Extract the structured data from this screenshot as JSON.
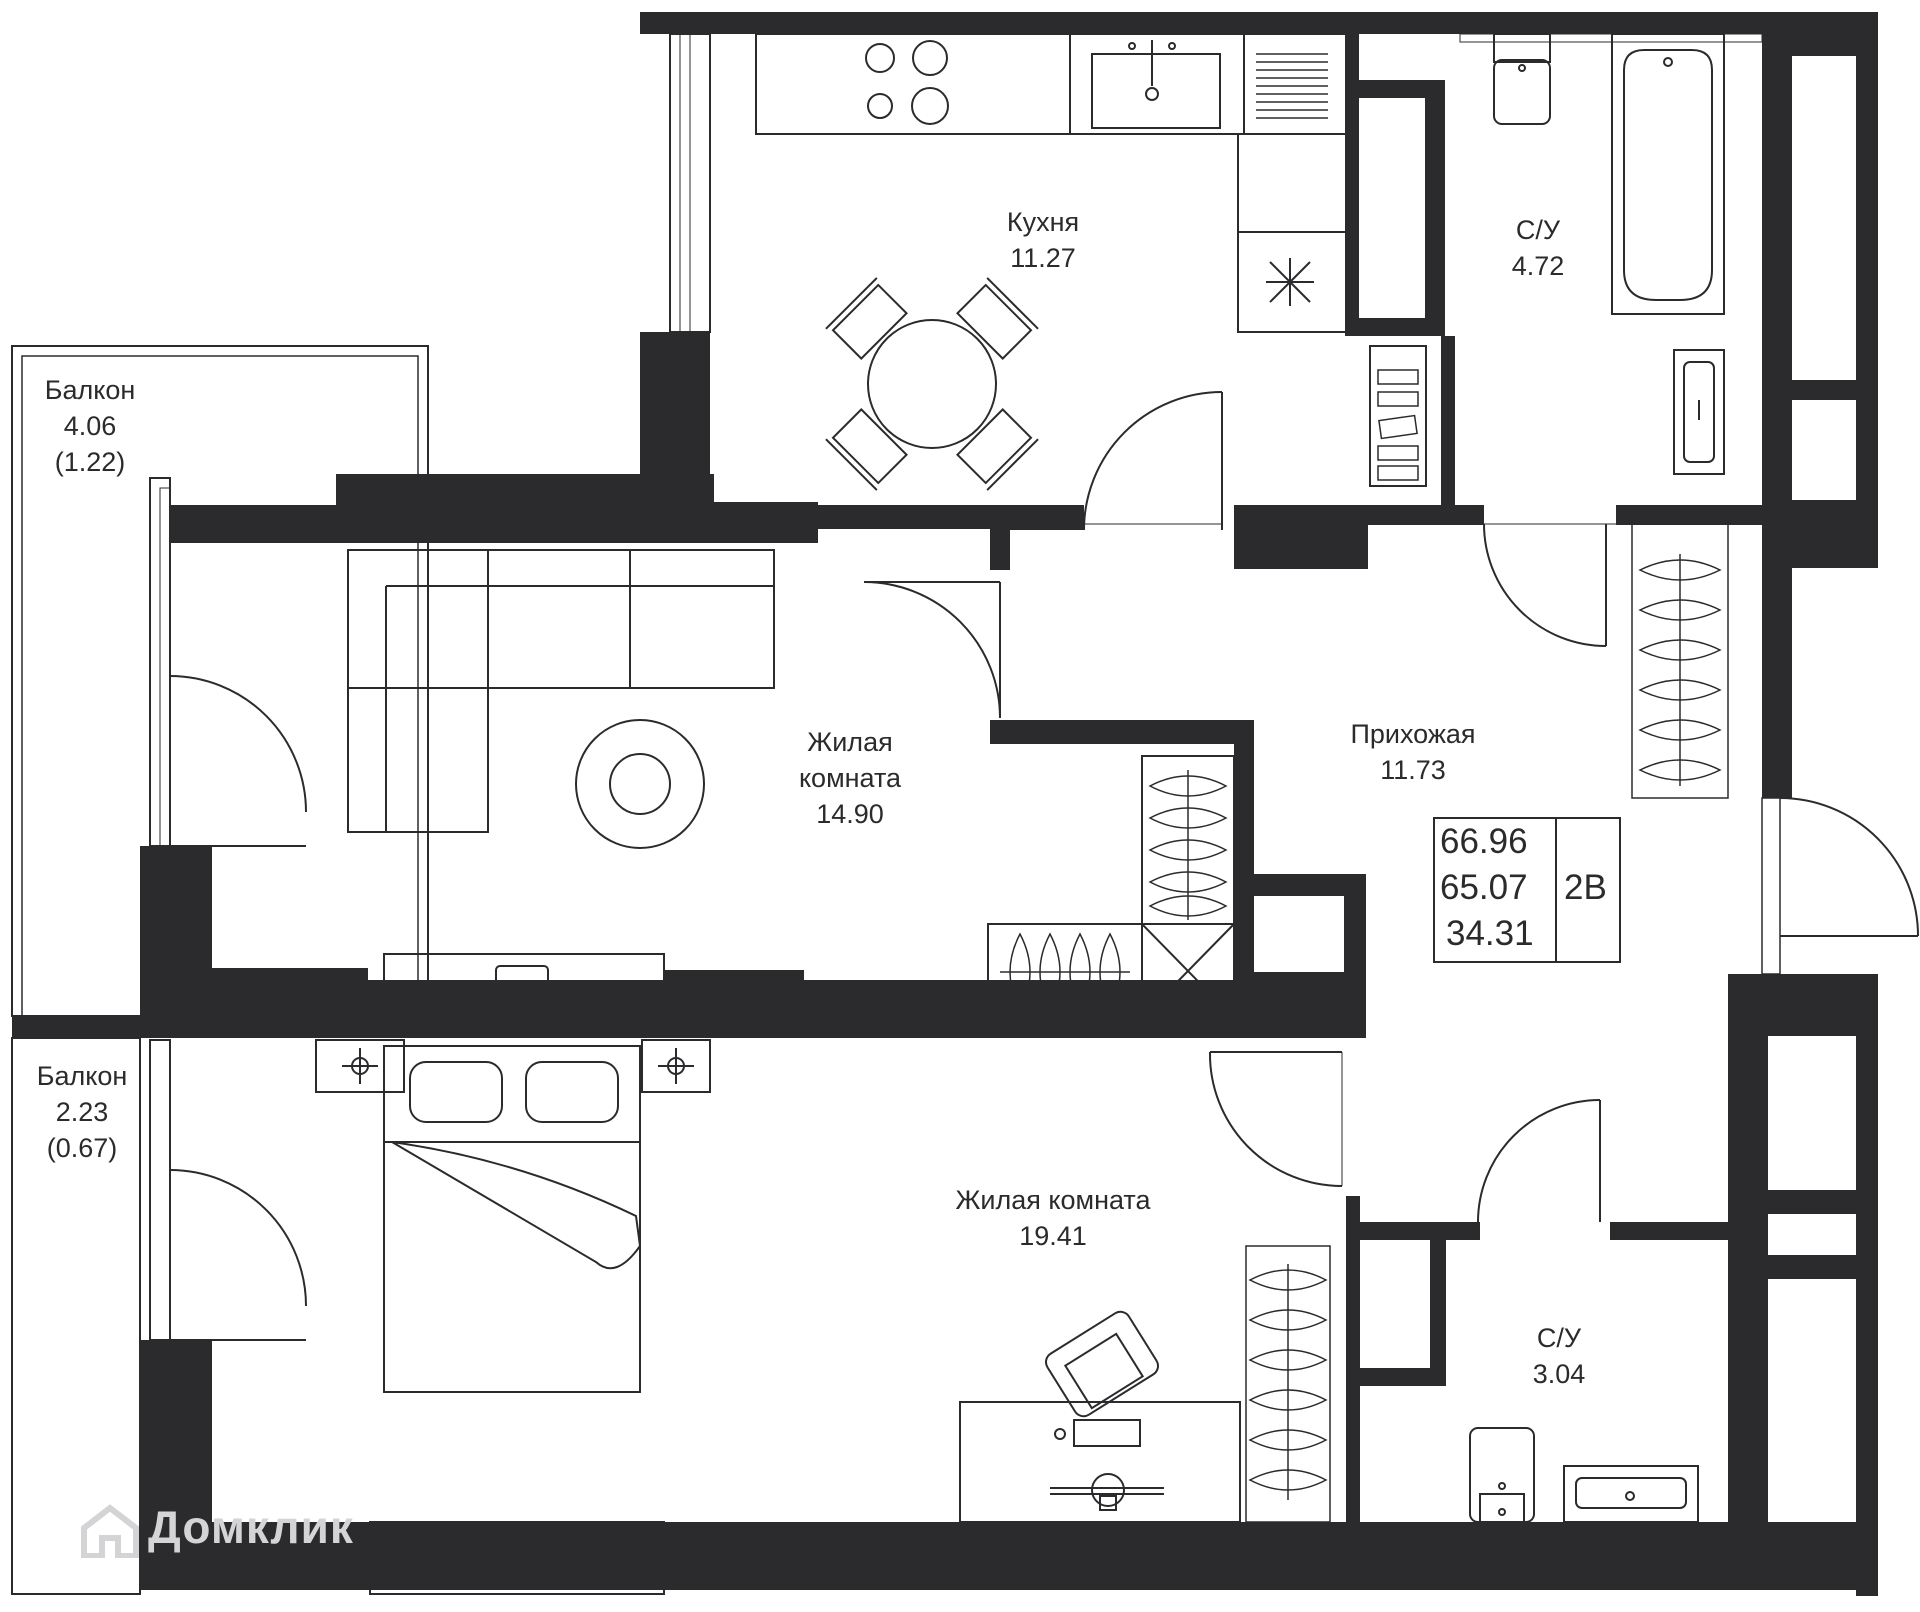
{
  "colors": {
    "wall": "#2b2b2e",
    "line": "#2b2b2e",
    "background": "#ffffff",
    "watermark": "#d4d4d6"
  },
  "rooms": {
    "kitchen": {
      "name": "Кухня",
      "area": "11.27"
    },
    "bathroom_top": {
      "name": "С/У",
      "area": "4.72"
    },
    "balcony_top": {
      "name": "Балкон",
      "area": "4.06",
      "area_coef": "(1.22)"
    },
    "living_room_1": {
      "name_line1": "Жилая",
      "name_line2": "комната",
      "area": "14.90"
    },
    "hallway": {
      "name": "Прихожая",
      "area": "11.73"
    },
    "balcony_bottom": {
      "name": "Балкон",
      "area": "2.23",
      "area_coef": "(0.67)"
    },
    "living_room_2": {
      "name": "Жилая комната",
      "area": "19.41"
    },
    "bathroom_bottom": {
      "name": "С/У",
      "area": "3.04"
    }
  },
  "summary": {
    "total_area": "66.96",
    "area_without_balcony": "65.07",
    "living_area": "34.31",
    "apartment_type": "2В"
  },
  "watermark": {
    "text": "Домклик",
    "icon": "house-logo-icon"
  }
}
